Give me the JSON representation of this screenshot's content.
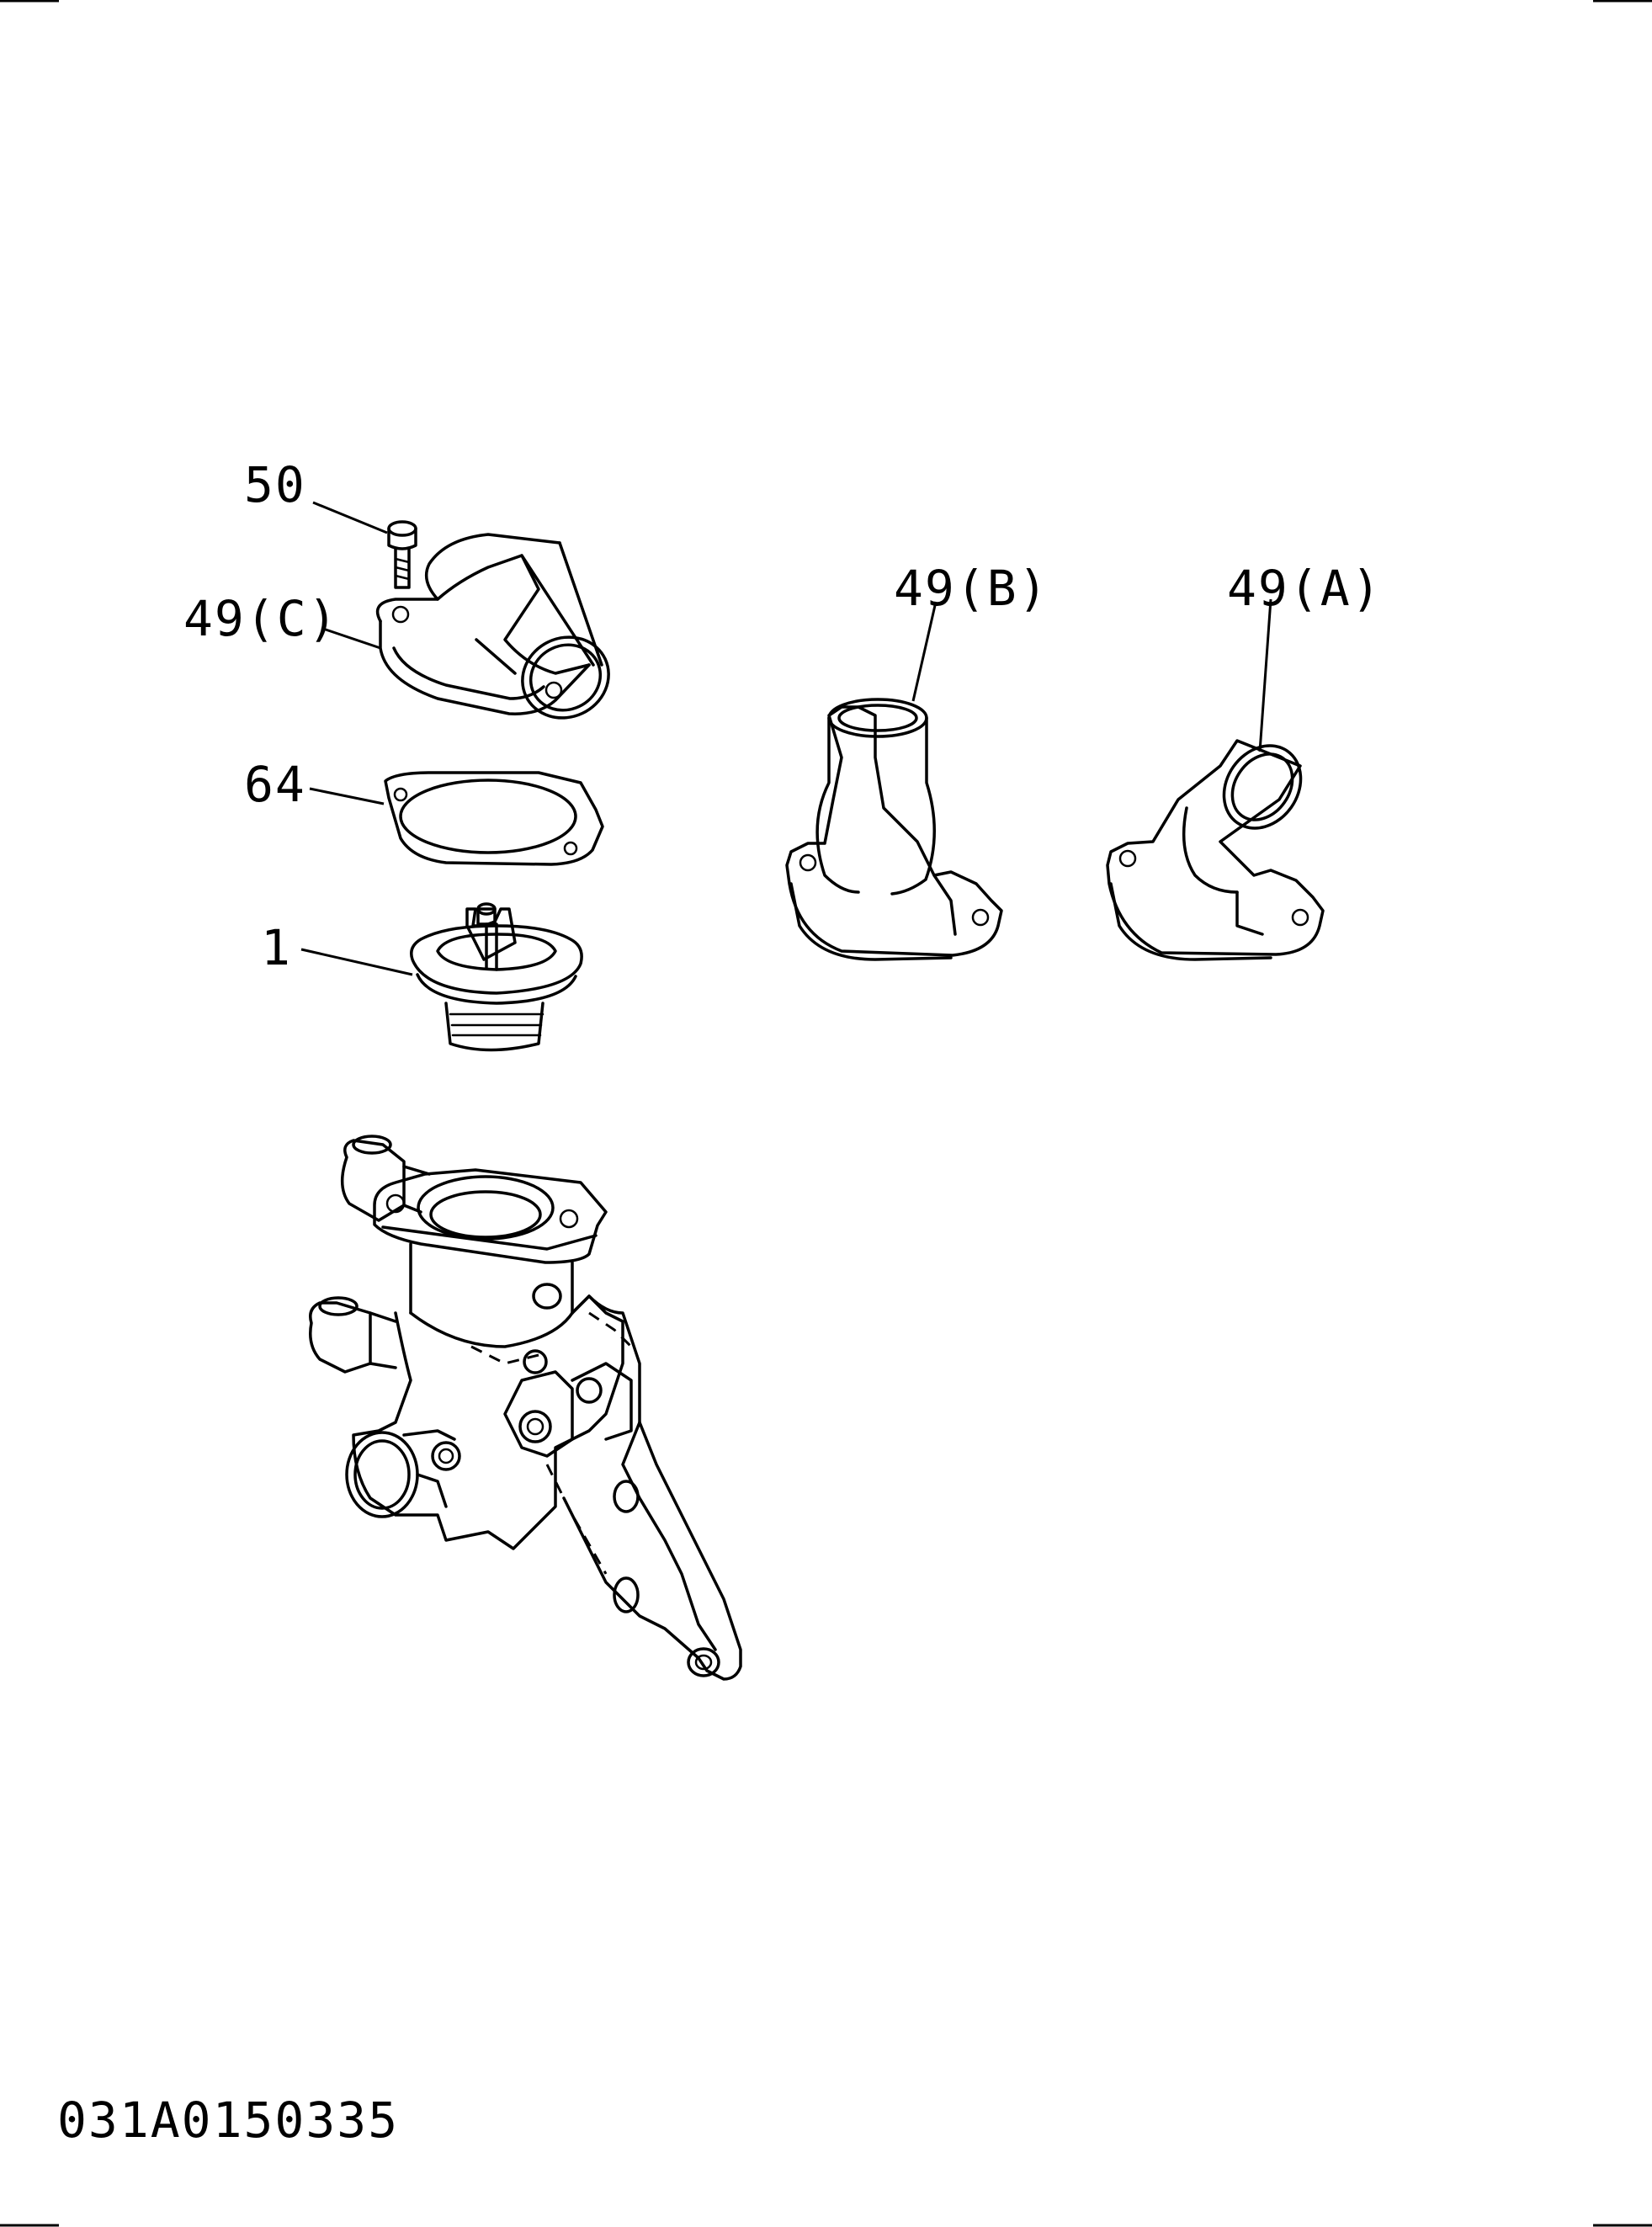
{
  "callouts": {
    "bolt": "50",
    "housing_c": "49(C)",
    "housing_b": "49(B)",
    "housing_a": "49(A)",
    "gasket": "64",
    "thermostat": "1"
  },
  "drawing_number": "031A0150335",
  "colors": {
    "line": "#000000",
    "background": "#ffffff"
  }
}
